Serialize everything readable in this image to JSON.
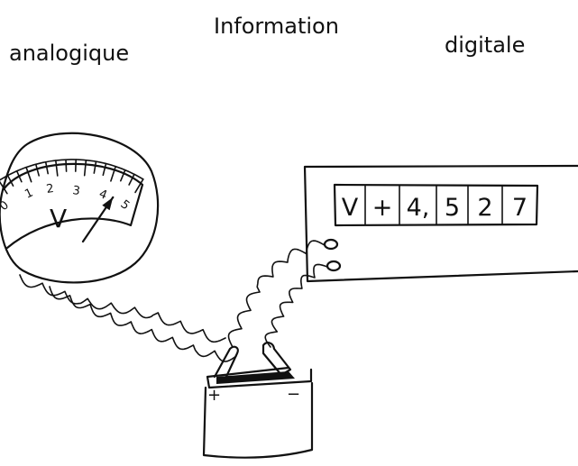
{
  "titles": {
    "center": "Information",
    "left": "analogique",
    "right": "digitale"
  },
  "meter": {
    "unit": "V",
    "scale_labels": [
      "0",
      "1",
      "2",
      "3",
      "4",
      "5"
    ],
    "needle_value": 4.3
  },
  "display": {
    "cells": [
      "V",
      "+",
      "4,",
      "5",
      "2",
      "7"
    ]
  },
  "battery": {
    "plus": "+",
    "minus": "−"
  },
  "colors": {
    "ink": "#111111",
    "paper": "#ffffff"
  }
}
